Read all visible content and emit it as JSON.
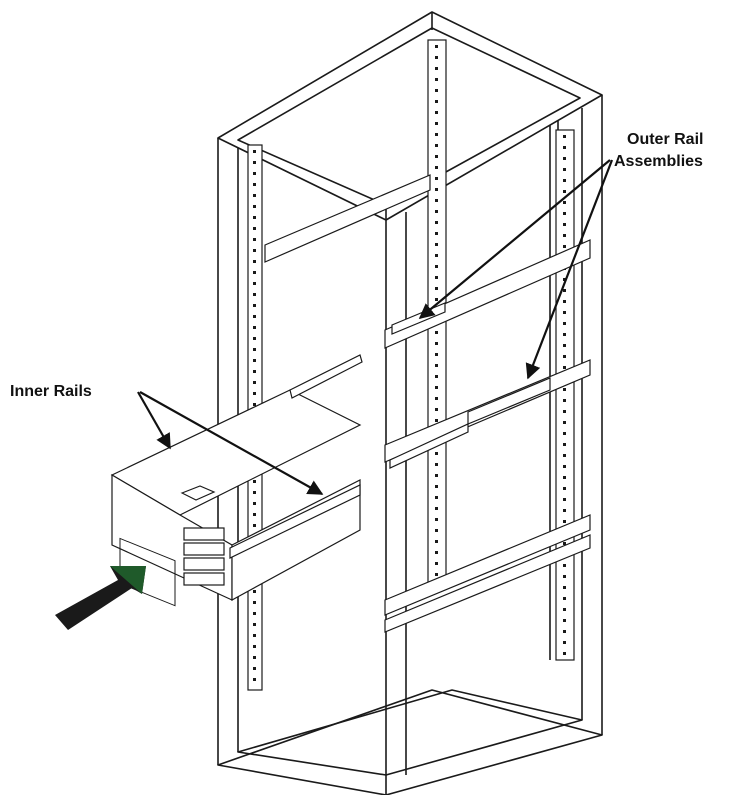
{
  "labels": {
    "outer_rail_line1": "Outer Rail",
    "outer_rail_line2": "Assemblies",
    "inner_rails": "Inner Rails"
  },
  "colors": {
    "line": "#1a1a1a",
    "push_arrow": "#1f5a2a",
    "background": "#ffffff"
  }
}
